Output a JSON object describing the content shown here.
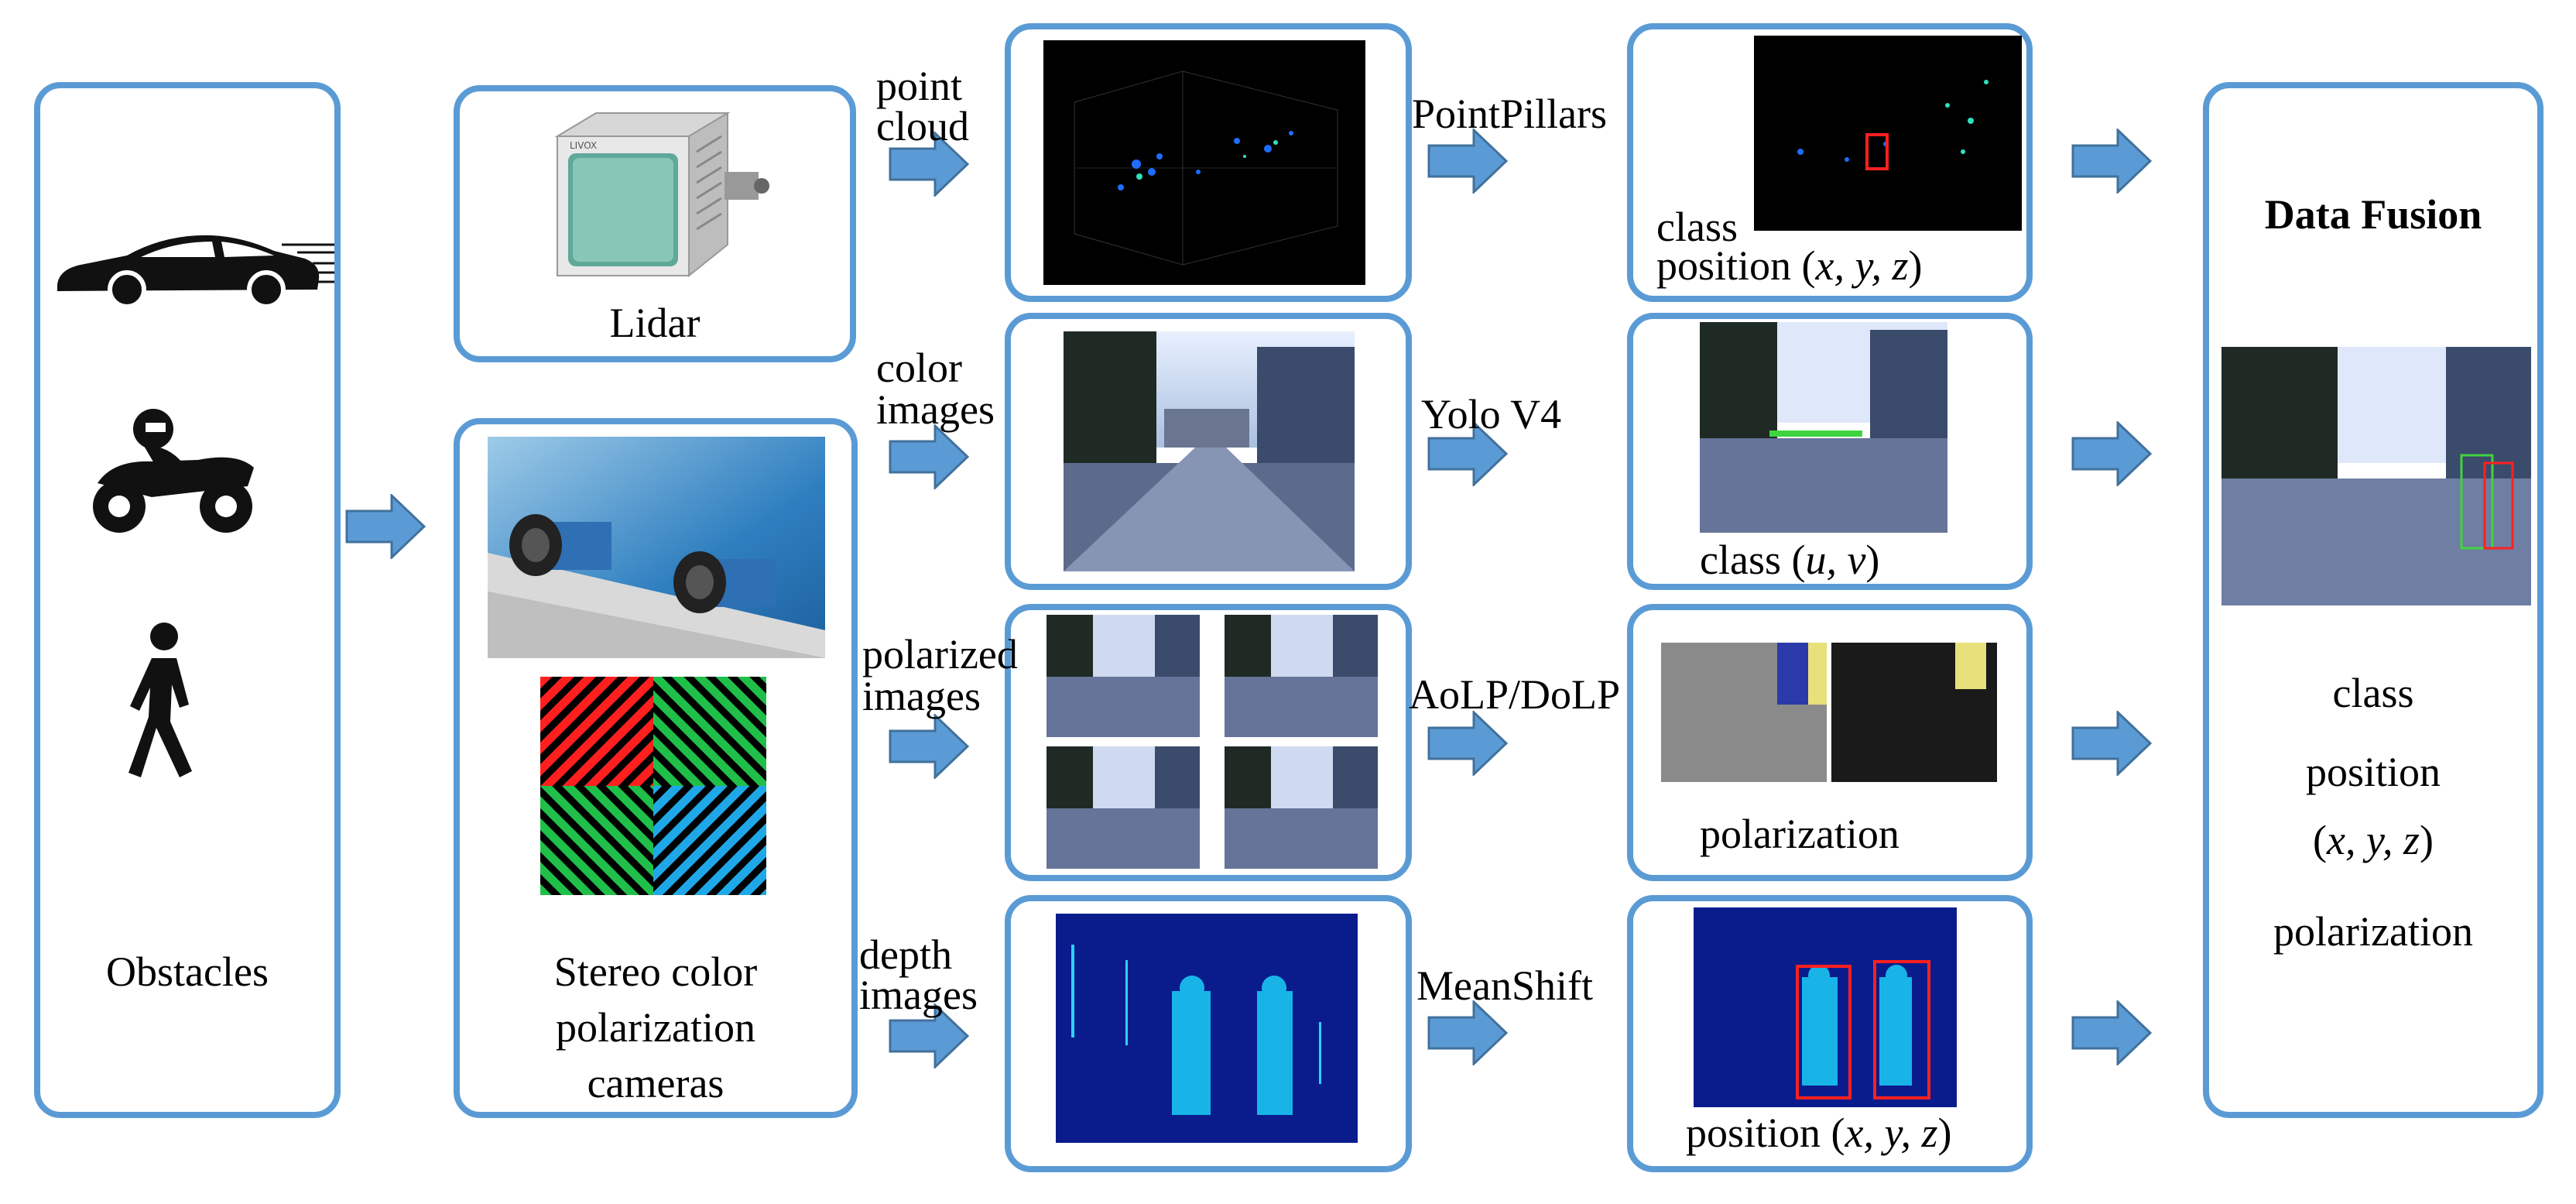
{
  "obstacles": {
    "label": "Obstacles"
  },
  "lidar": {
    "label": "Lidar",
    "device_brand": "LIVOX"
  },
  "stereo": {
    "line1": "Stereo color",
    "line2": "polarization",
    "line3": "cameras"
  },
  "inputs": {
    "point_cloud": {
      "line1": "point",
      "line2": "cloud"
    },
    "color_images": {
      "line1": "color",
      "line2": "images"
    },
    "polarized_images": {
      "line1": "polarized",
      "line2": "images"
    },
    "depth_images": {
      "line1": "depth",
      "line2": "images"
    }
  },
  "methods": {
    "pointpillars": "PointPillars",
    "yolo": "Yolo V4",
    "aolp_dolp": "AoLP/DoLP",
    "meanshift": "MeanShift"
  },
  "outputs": {
    "lidar": {
      "line1": "class",
      "line2_prefix": "position (",
      "line2_vars": "x, y, z",
      "line2_suffix": ")"
    },
    "color": {
      "prefix": "class (",
      "vars": "u, v",
      "suffix": ")"
    },
    "polar": {
      "label": "polarization"
    },
    "depth": {
      "prefix": "position (",
      "vars": "x, y, z",
      "suffix": ")"
    }
  },
  "fusion": {
    "title": "Data Fusion",
    "class": "class",
    "position": "position",
    "coords_prefix": "(",
    "coords_vars": "x, y, z",
    "coords_suffix": ")",
    "polarization": "polarization"
  },
  "colors": {
    "border": "#5b9bd5",
    "arrow_fill": "#5b9bd5",
    "arrow_stroke": "#41719c"
  }
}
